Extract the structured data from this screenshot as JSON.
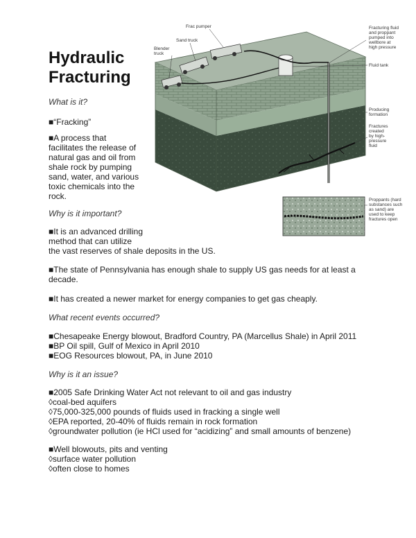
{
  "title": {
    "line1": "Hydraulic",
    "line2": "Fracturing"
  },
  "section1": {
    "question": "What is it?",
    "bullet1": "■“Fracking”",
    "bullet2_lines": [
      "■A process that",
      "facilitates the release of",
      "natural gas and oil from",
      "shale rock by pumping",
      "sand, water, and various",
      "toxic chemicals into the",
      "rock."
    ]
  },
  "section2": {
    "question": "Why is it important?",
    "bullet1_lines": [
      "■It is an advanced drilling",
      "method that can utilize",
      "the vast reserves of shale deposits in the US."
    ],
    "bullet2_lines": [
      "■The state of Pennsylvania has enough shale to supply US gas needs for at least a",
      "decade."
    ],
    "bullet3": "■It has created a newer market for energy companies to get gas cheaply."
  },
  "section3": {
    "question": "What recent events occurred?",
    "events": [
      "■Chesapeake Energy blowout, Bradford Country, PA (Marcellus Shale) in April 2011",
      "■BP Oil spill, Gulf of Mexico in April 2010",
      "■EOG Resources blowout, PA, in June 2010"
    ]
  },
  "section4": {
    "question": "Why is it an issue?",
    "group1": [
      "■2005 Safe Drinking Water Act not relevant to oil and gas industry",
      "◊coal-bed aquifers",
      "◊75,000-325,000 pounds of fluids used in fracking a single well",
      "◊EPA reported, 20-40% of fluids remain in rock formation",
      "◊groundwater pollution (ie HCl used for “acidizing” and small amounts of benzene)"
    ],
    "group2": [
      "■Well blowouts, pits and venting",
      "◊surface water pollution",
      "◊often close to homes"
    ]
  },
  "figure": {
    "labels": {
      "frac_pumper": "Frac pumper",
      "sand_truck": "Sand truck",
      "blender_truck_1": "Blender",
      "blender_truck_2": "truck",
      "fracturing_fluid": [
        "Fracturing fluid",
        "and proppant",
        "pumped into",
        "wellbore at",
        "high pressure"
      ],
      "fluid_tank": "Fluid tank",
      "producing_formation": [
        "Producing",
        "formation"
      ],
      "fractures": [
        "Fractures",
        "created",
        "by high-",
        "pressure",
        "fluid"
      ],
      "proppants": [
        "Proppants (hard",
        "substances such",
        "as sand) are",
        "used to keep",
        "fractures open"
      ]
    },
    "colors": {
      "ground_top": "#a9b7a8",
      "soil_front": "#7f927f",
      "layer_mid": "#92a592",
      "shale_dark": "#36473a",
      "side_face": "#5f735f"
    }
  }
}
